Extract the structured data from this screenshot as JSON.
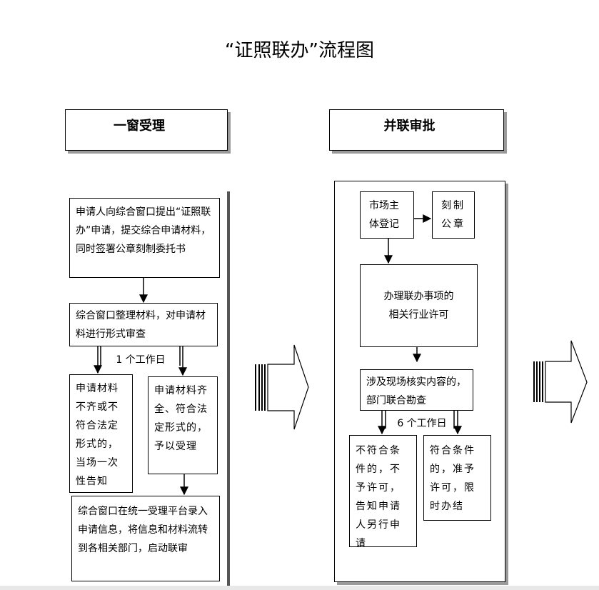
{
  "title": "“证照联办”流程图",
  "headers": {
    "left": "一窗受理",
    "right": "并联审批"
  },
  "left_panel": {
    "step1": "申请人向综合窗口提出“证照联办”申请，提交综合申请材料，同时签署公章刻制委托书",
    "step2": "综合窗口整理材料，对申请材料进行形式审查",
    "days_label": "1 个工作日",
    "incomplete": "申请材料不齐或不符合法定形式的，当场一次性告知",
    "complete": "申请材料齐全、符合法定形式的，予以受理",
    "step4": "综合窗口在统一受理平台录入申请信息，将信息和材料流转到各相关部门，启动联审"
  },
  "right_panel": {
    "registration": "市场主体登记",
    "seal": "刻制公章",
    "permit": "办理联办事项的相关行业许可",
    "inspection": "涉及现场核实内容的，部门联合勘查",
    "days_label": "6 个工作日",
    "reject": "不符合条件的，不予许可，告知申请人另行申请",
    "approve": "符合条件的，准予许可，限时办结"
  }
}
